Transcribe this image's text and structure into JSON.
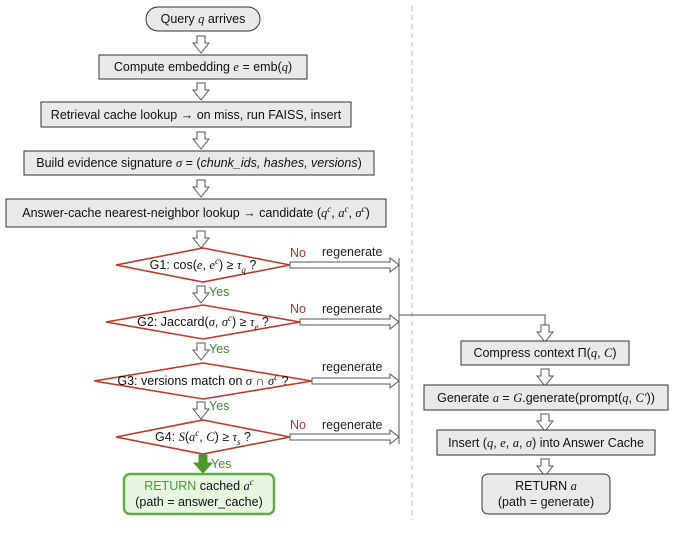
{
  "nodes": {
    "start": "Query q arrives",
    "embed": "Compute embedding e = emb(q)",
    "retrieval": "Retrieval cache lookup → on miss, run FAISS, insert",
    "signature": "Build evidence signature σ = (chunk_ids, hashes, versions)",
    "nn_lookup": "Answer-cache nearest-neighbor lookup → candidate (q^c, a^c, σ^c)",
    "g1": "G1: cos(e, e^c) ≥ τ_q ?",
    "g2": "G2: Jaccard(σ, σ^c) ≥ τ_e ?",
    "g3": "G3: versions match on σ ∩ σ^c ?",
    "g4": "G4: S(a^c, C) ≥ τ_s ?",
    "return_cached_word": "RETURN",
    "return_cached_rest": "cached a^c",
    "return_cached_path": "(path = answer_cache)",
    "compress": "Compress context Π(q, C)",
    "generate": "Generate a = G.generate(prompt(q, C′))",
    "insert": "Insert (q, e, a, σ) into Answer Cache",
    "return_gen": "RETURN a",
    "return_gen_path": "(path = generate)"
  },
  "labels": {
    "no": "No",
    "yes": "Yes",
    "regenerate": "regenerate"
  },
  "colors": {
    "gate_border": "#c0392b",
    "no_text": "#a33a2c",
    "yes_text": "#3a8a2a",
    "cached_border": "#5cad45",
    "cached_fill": "#e8f5e1",
    "yes_arrow": "#4a9a2c"
  }
}
